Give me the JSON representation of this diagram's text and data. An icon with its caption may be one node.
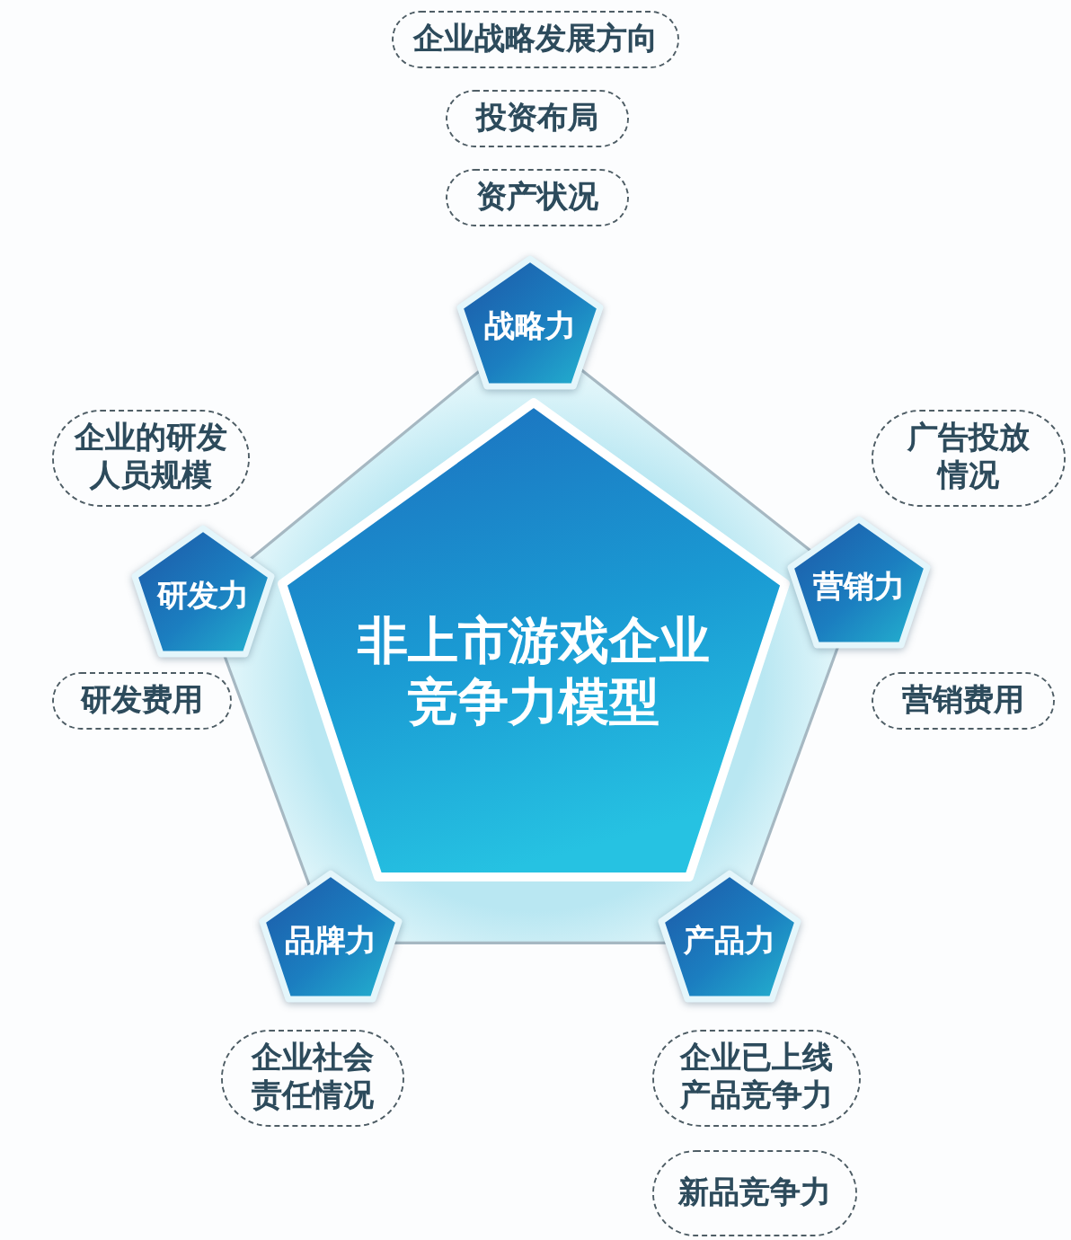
{
  "diagram": {
    "nodes": [
      {
        "text": [
          "企业战略发展方向"
        ]
      },
      {
        "text": [
          "投资布局"
        ]
      },
      {
        "text": [
          "资产状况"
        ]
      },
      {
        "text": [
          "战略力"
        ]
      },
      {
        "text": [
          "非上市游戏企业竞争力模型"
        ]
      },
      {
        "text": [
          "企业的研发人员规模"
        ]
      },
      {
        "text": [
          "广告投放情况"
        ]
      },
      {
        "text": [
          "研发力"
        ]
      },
      {
        "text": [
          "营销力"
        ]
      },
      {
        "text": [
          "研发费用"
        ]
      },
      {
        "text": [
          "营销费用"
        ]
      },
      {
        "text": [
          "品牌力"
        ]
      },
      {
        "text": [
          "产品力"
        ]
      },
      {
        "text": [
          "企业社会责任情况"
        ]
      },
      {
        "text": [
          "企业已上线产品竞争力"
        ]
      },
      {
        "text": [
          "新品竞争力"
        ]
      }
    ],
    "edges": [
      {
        "from": 3,
        "to": 7,
        "arrow": "none"
      },
      {
        "from": 7,
        "to": 11,
        "arrow": "none"
      },
      {
        "from": 11,
        "to": 12,
        "arrow": "none"
      },
      {
        "from": 12,
        "to": 8,
        "arrow": "none"
      },
      {
        "from": 8,
        "to": 3,
        "arrow": "none"
      }
    ]
  }
}
